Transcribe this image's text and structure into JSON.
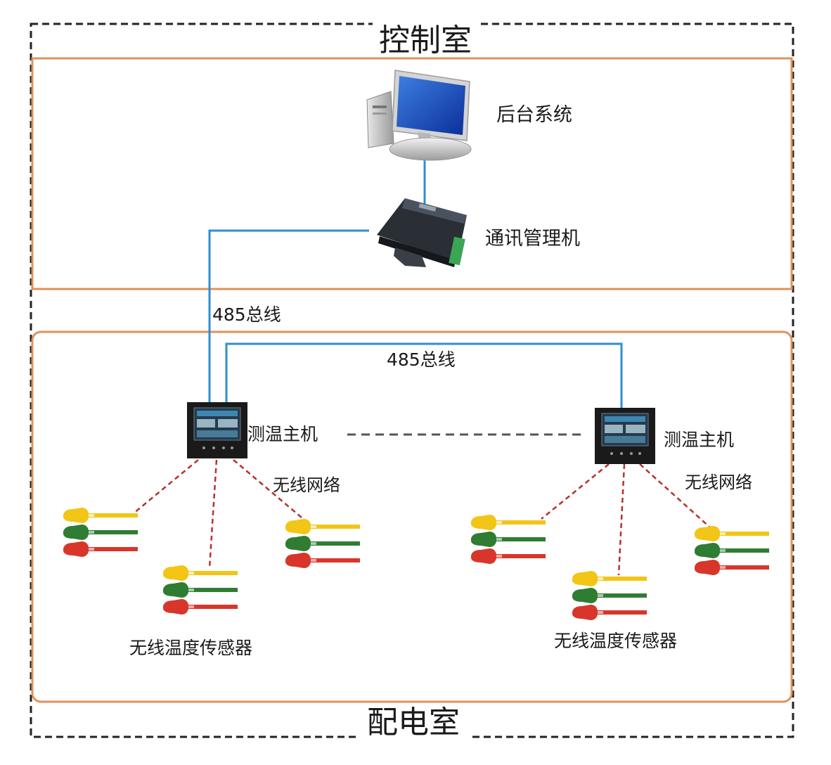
{
  "rooms": {
    "control_room": "控制室",
    "distribution_room": "配电室"
  },
  "nodes": {
    "backend": "后台系统",
    "comm_manager": "通讯管理机",
    "host_left": "测温主机",
    "host_right": "测温主机",
    "wireless_left": "无线网络",
    "wireless_right": "无线网络",
    "sensors_left": "无线温度传感器",
    "sensors_right": "无线温度传感器"
  },
  "links": {
    "bus_vertical": "485总线",
    "bus_horizontal": "485总线"
  },
  "colors": {
    "bus_line": "#2e8fd0",
    "room_border": "#e0925a",
    "wireless_link": "#b5312e",
    "host_link": "#555555",
    "sensor_yellow": "#f2c516",
    "sensor_green": "#2e7d32",
    "sensor_red": "#d8362b"
  }
}
